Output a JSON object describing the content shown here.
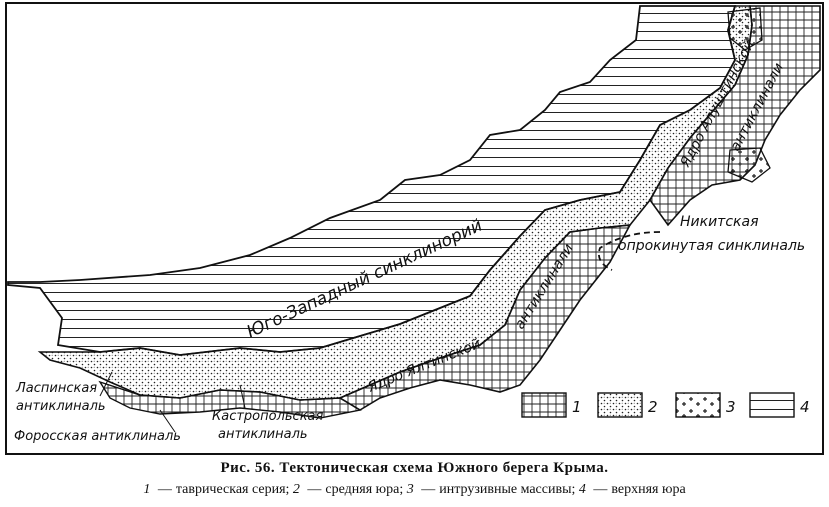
{
  "map": {
    "labels": {
      "yugozapad": "Юго-Западный синклинорий",
      "nikitskaya_1": "Никитская",
      "nikitskaya_2": "опрокинутая синклиналь",
      "alushta_1": "Ядро Алуштинской",
      "alushta_2": "антиклинали",
      "yalta_1": "Ядро Ялтинской",
      "yalta_2": "антиклинали",
      "laspi_1": "Ласпинская",
      "laspi_2": "антиклиналь",
      "foros": "Форосская антиклиналь",
      "kastrop_1": "Кастропольская",
      "kastrop_2": "антиклиналь"
    },
    "legend": [
      {
        "num": "1",
        "pattern": "grid"
      },
      {
        "num": "2",
        "pattern": "dots"
      },
      {
        "num": "3",
        "pattern": "crosses"
      },
      {
        "num": "4",
        "pattern": "lines"
      }
    ]
  },
  "caption": {
    "title": "Рис. 56. Тектоническая схема Южного берега Крыма.",
    "legend_items": [
      {
        "num": "1",
        "text": "таврическая серия;"
      },
      {
        "num": "2",
        "text": "средняя юра;"
      },
      {
        "num": "3",
        "text": "интрузивные массивы;"
      },
      {
        "num": "4",
        "text": "верхняя юра"
      }
    ],
    "dash": "—"
  }
}
